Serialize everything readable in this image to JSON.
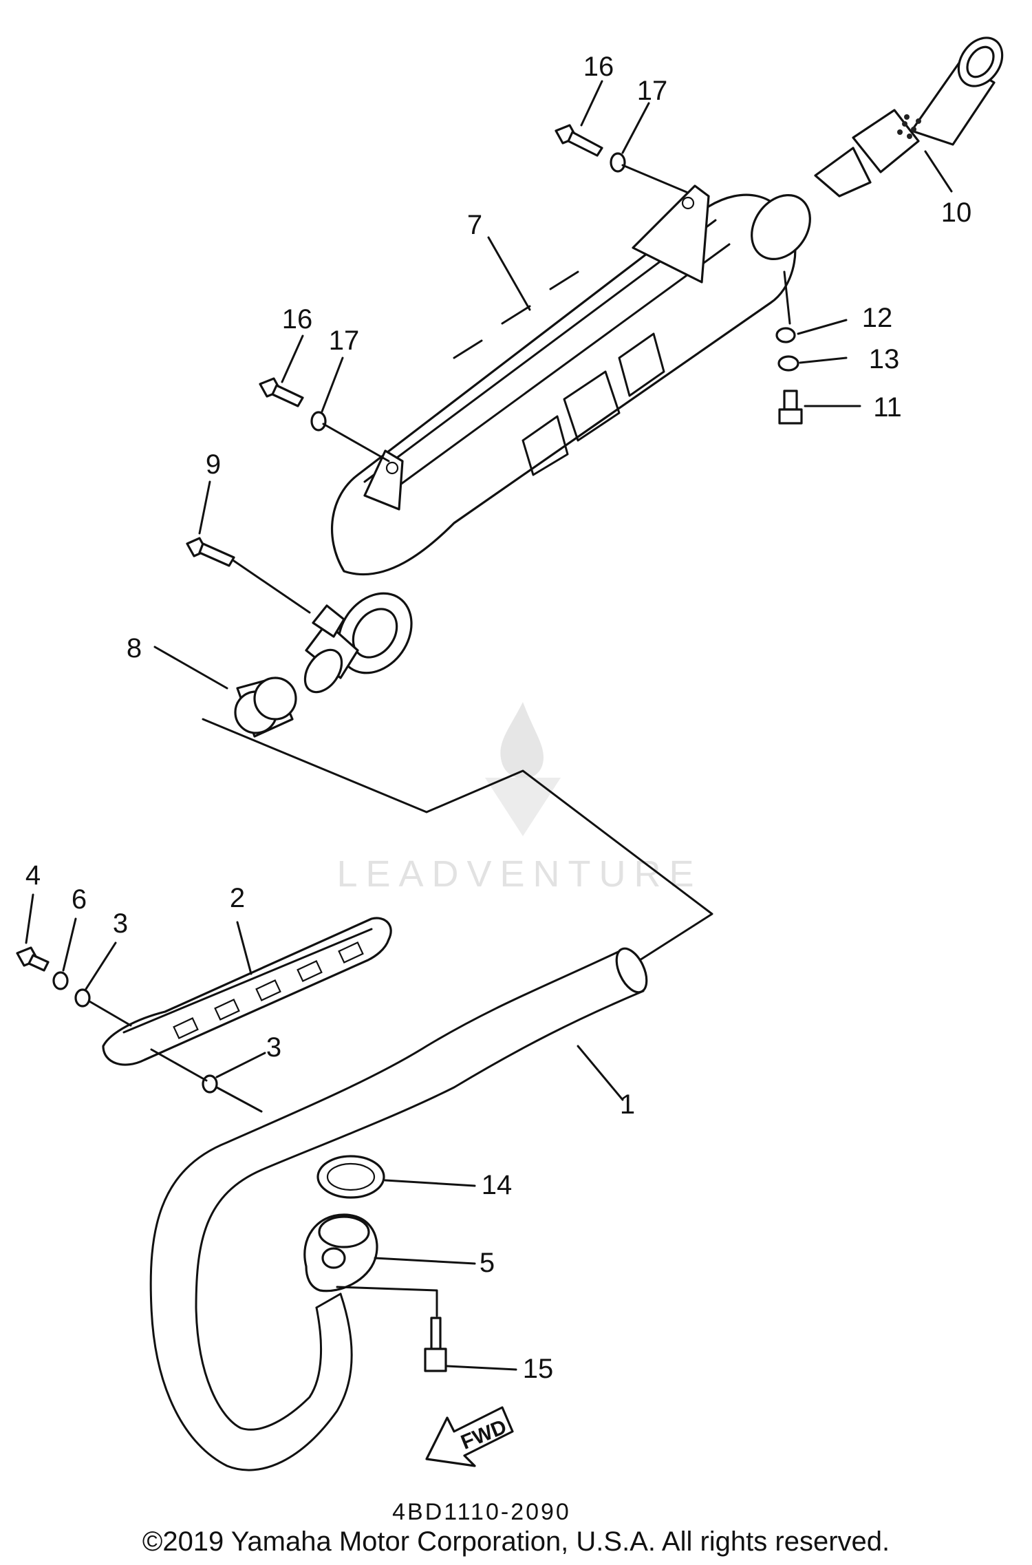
{
  "diagram": {
    "callouts": {
      "p1": "1",
      "p2": "2",
      "p3a": "3",
      "p3b": "3",
      "p4": "4",
      "p5": "5",
      "p6": "6",
      "p7": "7",
      "p8": "8",
      "p9": "9",
      "p10": "10",
      "p11": "11",
      "p12": "12",
      "p13": "13",
      "p14": "14",
      "p15": "15",
      "p16a": "16",
      "p16b": "16",
      "p17a": "17",
      "p17b": "17"
    },
    "direction_label": "FWD",
    "reference_code": "4BD1110-2090",
    "watermark": "LEADVENTURE",
    "copyright": "©2019 Yamaha Motor Corporation, U.S.A. All rights reserved."
  }
}
